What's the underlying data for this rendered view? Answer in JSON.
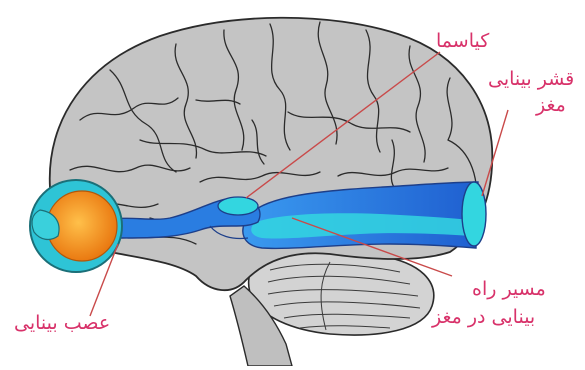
{
  "labels": {
    "chiasma": "کیاسما",
    "visual_cortex_line1": "قشر بینایی",
    "visual_cortex_line2": "مغز",
    "visual_pathway_line1": "مسیر راه",
    "visual_pathway_line2": "بینایی در مغز",
    "optic_nerve": "عصب بینایی"
  },
  "colors": {
    "label": "#d8326a",
    "pointer_line": "#c94a4a",
    "brain": "#c4c4c4",
    "brain_outline": "#2b2b2b",
    "eye_iris": "#f7941d",
    "eye_outer": "#2ec4d6",
    "pathway_blue": "#2a7de1",
    "pathway_cyan": "#33d6e0"
  }
}
